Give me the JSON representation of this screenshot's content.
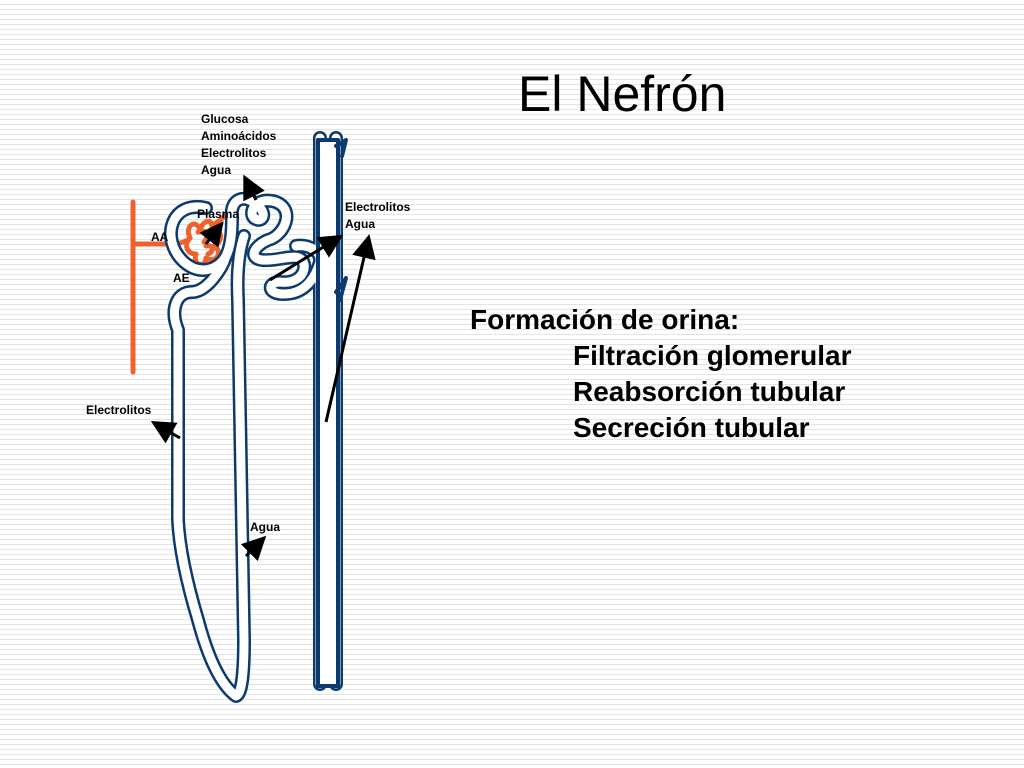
{
  "title": "El Nefrón",
  "formation": {
    "heading": "Formación de orina:",
    "items": [
      "Filtración glomerular",
      "Reabsorción tubular",
      "Secreción tubular"
    ]
  },
  "diagram": {
    "filtrate_labels": [
      "Glucosa",
      "Aminoácidos",
      "Electrolitos",
      "Agua"
    ],
    "plasma": "Plasma",
    "aa": "AA",
    "ae": "AE",
    "collecting_labels": [
      "Electrolitos",
      "Agua"
    ],
    "electrolitos_left": "Electrolitos",
    "agua_bottom": "Agua",
    "colors": {
      "tubule": "#0d3a6e",
      "vessel": "#f0622d",
      "arrow": "#000000"
    }
  }
}
